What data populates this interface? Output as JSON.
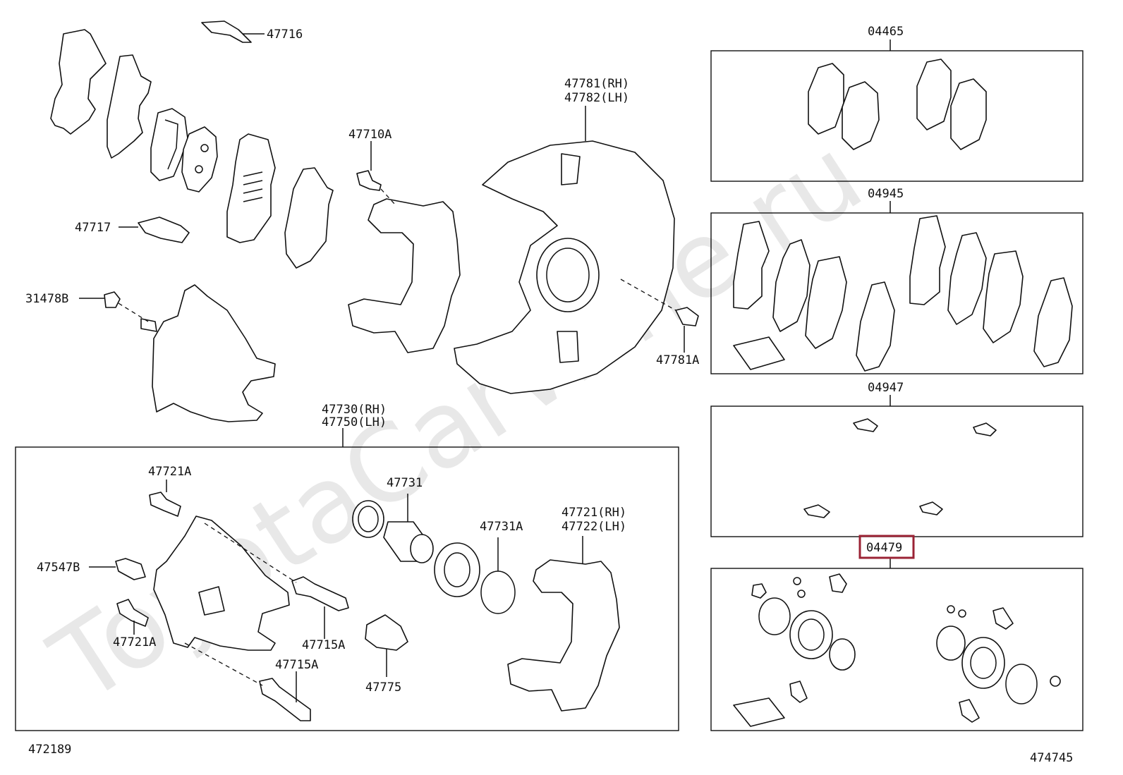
{
  "watermark": "ToyotaCarWine.ru",
  "callouts": {
    "c47716": "47716",
    "c47717": "47717",
    "c31478B": "31478B",
    "c47710A": "47710A",
    "c47781rh": "47781(RH)",
    "c47782lh": "47782(LH)",
    "c47781A": "47781A",
    "c47730rh": "47730(RH)",
    "c47750lh": "47750(LH)",
    "c47721A_top": "47721A",
    "c47547B": "47547B",
    "c47721A_bottom": "47721A",
    "c47731": "47731",
    "c47731A": "47731A",
    "c47721rh": "47721(RH)",
    "c47722lh": "47722(LH)",
    "c47715A_right": "47715A",
    "c47715A_bottom": "47715A",
    "c47775": "47775"
  },
  "kits": {
    "k04465": "04465",
    "k04945": "04945",
    "k04947": "04947",
    "k04479": "04479"
  },
  "highlighted_kit": "04479",
  "highlight_color": "#9b2335",
  "footer": {
    "left_code": "472189",
    "right_code": "474745"
  }
}
